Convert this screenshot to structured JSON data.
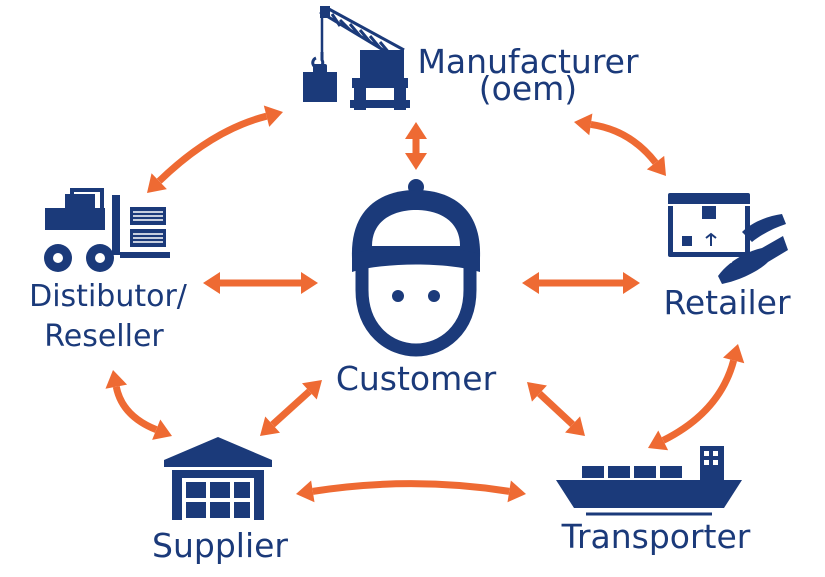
{
  "nodes": {
    "manufacturer": {
      "line1": "Manufacturer",
      "line2": "(oem)",
      "icon": "crane-icon"
    },
    "distributor": {
      "line1": "Distibutor/",
      "line2": "Reseller",
      "icon": "forklift-icon"
    },
    "customer": {
      "label": "Customer",
      "icon": "customer-cap-icon"
    },
    "retailer": {
      "label": "Retailer",
      "icon": "package-hand-icon"
    },
    "supplier": {
      "label": "Supplier",
      "icon": "warehouse-icon"
    },
    "transporter": {
      "label": "Transporter",
      "icon": "cargo-ship-icon"
    }
  },
  "colors": {
    "primary": "#1b3a7a",
    "arrow": "#ee6a33",
    "background": "#ffffff"
  }
}
